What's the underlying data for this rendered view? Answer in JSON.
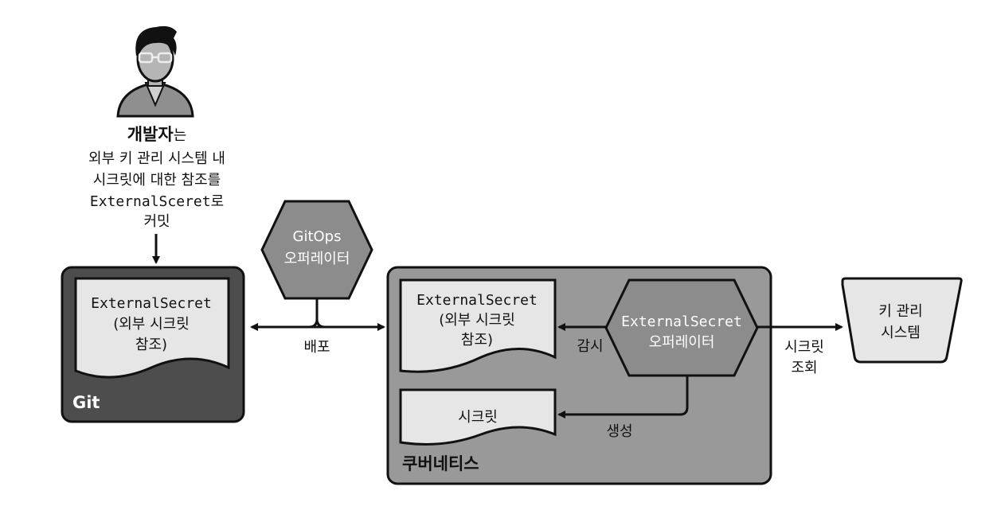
{
  "developer": {
    "title": "개발자",
    "title_suffix": "는",
    "line2": "외부 키 관리 시스템 내",
    "line3": "시크릿에 대한 참조를",
    "line4_mono": "ExternalSceret",
    "line4_suffix": "로",
    "line5": "커밋"
  },
  "git_box": {
    "label": "Git",
    "doc_line1": "ExternalSecret",
    "doc_line2": "(외부 시크릿",
    "doc_line3": "참조)"
  },
  "gitops_operator": {
    "line1": "GitOps",
    "line2": "오퍼레이터"
  },
  "deploy_label": "배포",
  "k8s_box": {
    "label": "쿠버네티스",
    "doc_line1": "ExternalSecret",
    "doc_line2": "(외부 시크릿",
    "doc_line3": "참조)",
    "secret_doc": "시크릿"
  },
  "es_operator": {
    "line1": "ExternalSecret",
    "line2": "오퍼레이터"
  },
  "watch_label": "감시",
  "create_label": "생성",
  "lookup_label": {
    "line1": "시크릿",
    "line2": "조회"
  },
  "kms": {
    "line1": "키 관리",
    "line2": "시스템"
  },
  "colors": {
    "git_fill": "#4d4d4d",
    "k8s_fill": "#999999",
    "doc_fill": "#e6e6e6",
    "operator_fill": "#8c8c8c"
  }
}
